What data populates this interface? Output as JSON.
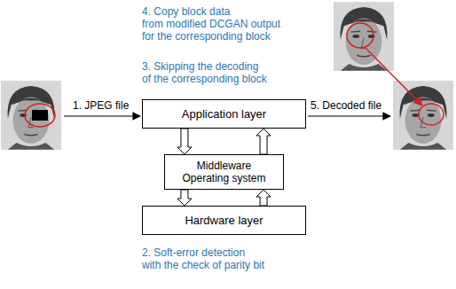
{
  "diagram": {
    "nodes": [
      {
        "text": [
          "Application layer"
        ]
      },
      {
        "text": [
          "Middleware",
          "Operating system"
        ]
      },
      {
        "text": [
          "Hardware layer"
        ]
      }
    ],
    "edges": [
      {
        "from": 0,
        "to": 1,
        "arrow": "to"
      },
      {
        "from": 1,
        "to": 0,
        "arrow": "to"
      },
      {
        "from": 1,
        "to": 2,
        "arrow": "to"
      },
      {
        "from": 2,
        "to": 1,
        "arrow": "to"
      }
    ],
    "labels": [
      "1. JPEG file",
      "2. Soft-error detection with the check of parity bit",
      "3. Skipping the decoding of the corresponding block",
      "4. Copy block data from modified DCGAN output for the corresponding block",
      "5. Decoded file"
    ]
  }
}
